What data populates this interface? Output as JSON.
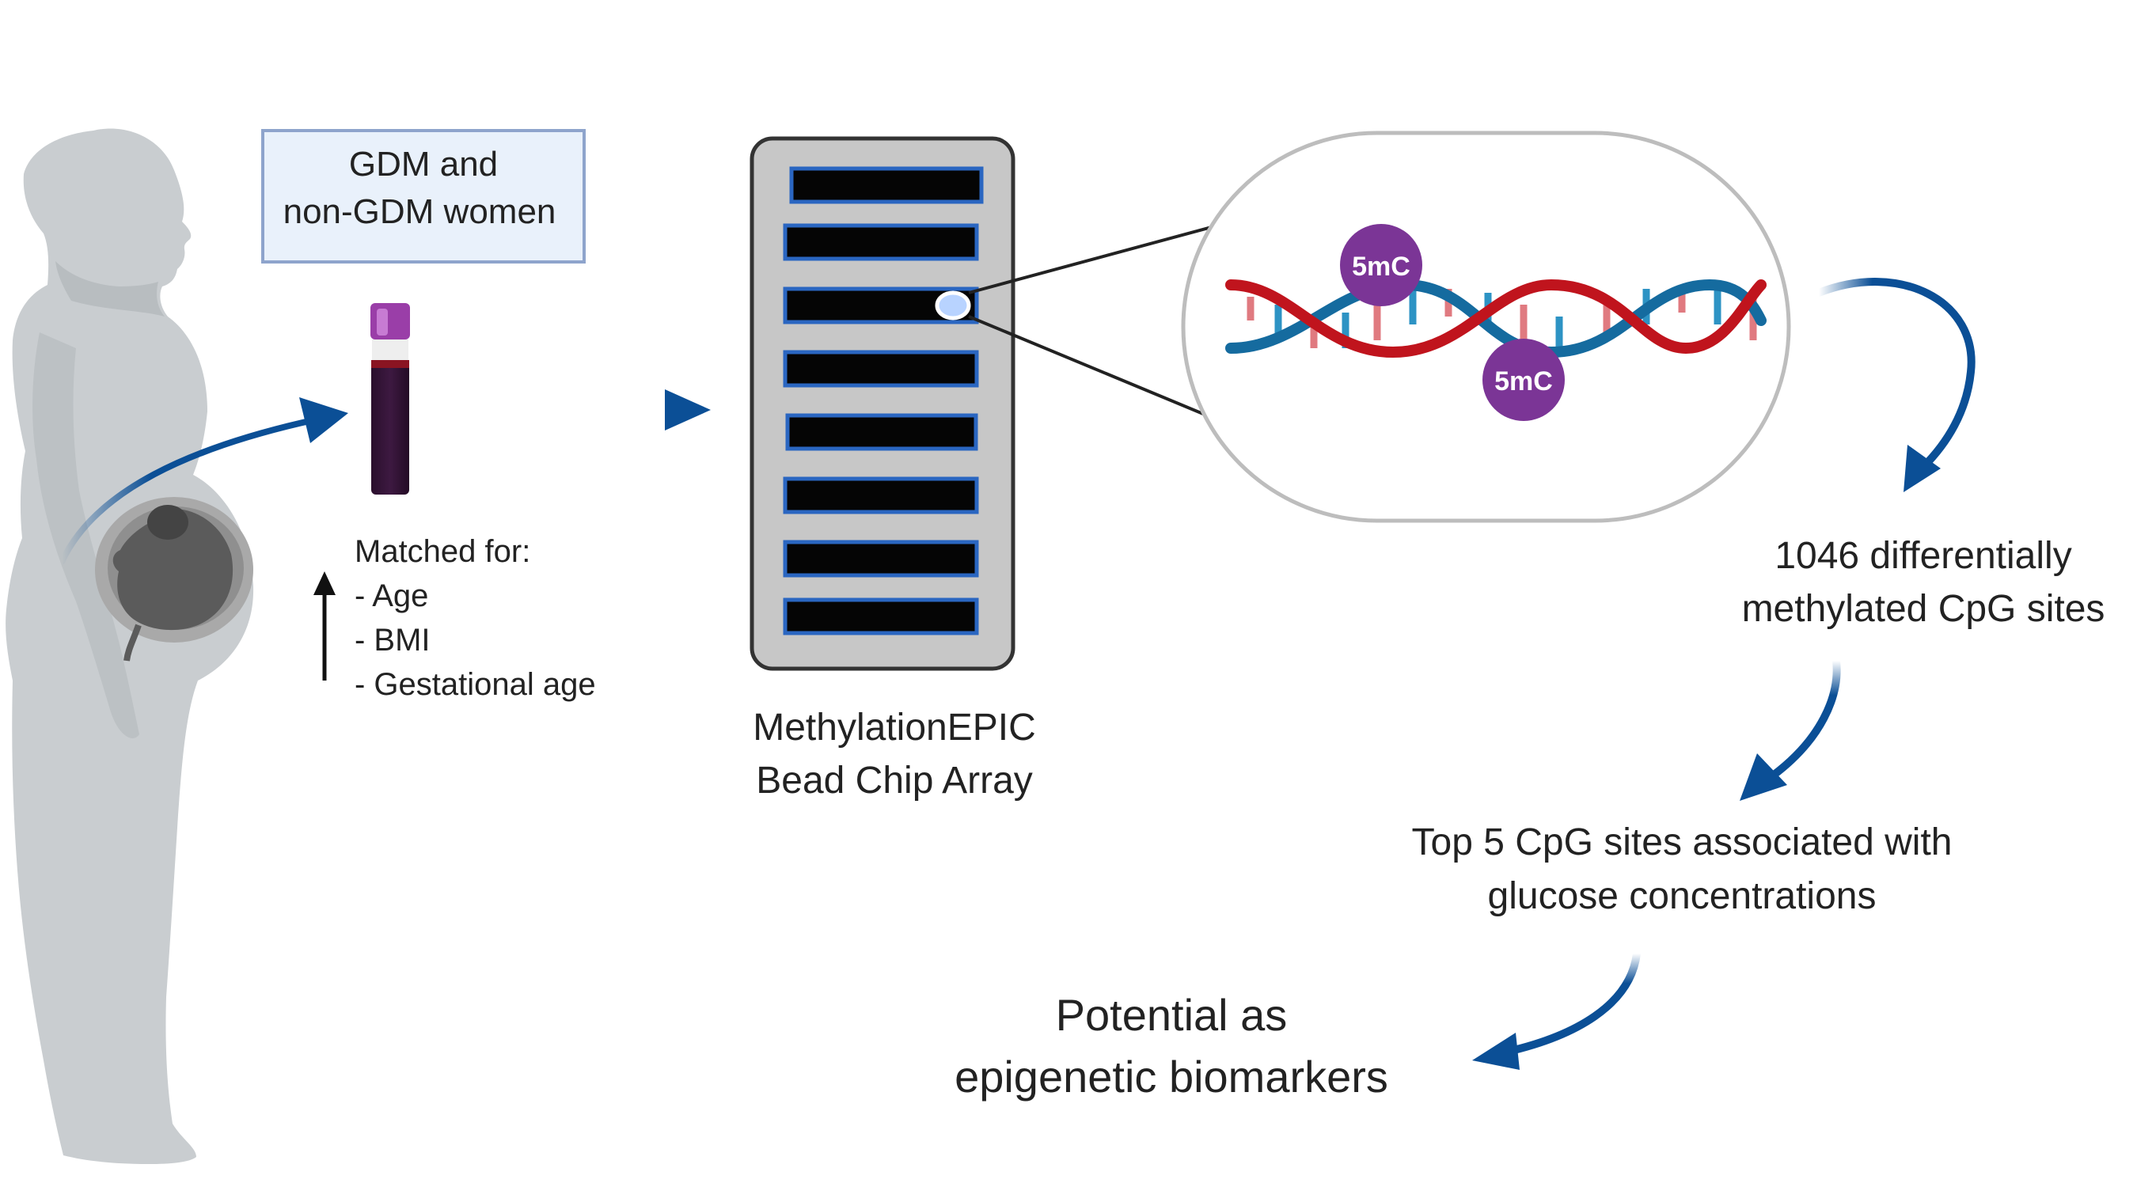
{
  "labels": {
    "cohort_line1": "GDM and",
    "cohort_line2": "non-GDM women",
    "matched_title": "Matched for:",
    "matched_items": [
      "- Age",
      "- BMI",
      "- Gestational age"
    ],
    "array_line1": "MethylationEPIC",
    "array_line2": "Bead Chip Array",
    "dmp_line1": "1046 differentially",
    "dmp_line2": "methylated CpG sites",
    "top_line1": "Top 5 CpG sites associated with",
    "top_line2": "glucose concentrations",
    "potential_line1": "Potential as",
    "potential_line2": "epigenetic biomarkers",
    "methyl_mark_1": "5mC",
    "methyl_mark_2": "5mC"
  },
  "colors": {
    "figure_gray": "#c9cdd0",
    "box_fill": "#e9f1fb",
    "box_border": "#8ea4cc",
    "arrow_blue": "#0b4f96",
    "dna_red": "#c0141d",
    "dna_blue": "#156b9f",
    "methyl_purple": "#7b3596",
    "chip_gray": "#c7c7c7",
    "chip_slot_border": "#2a66c1"
  }
}
